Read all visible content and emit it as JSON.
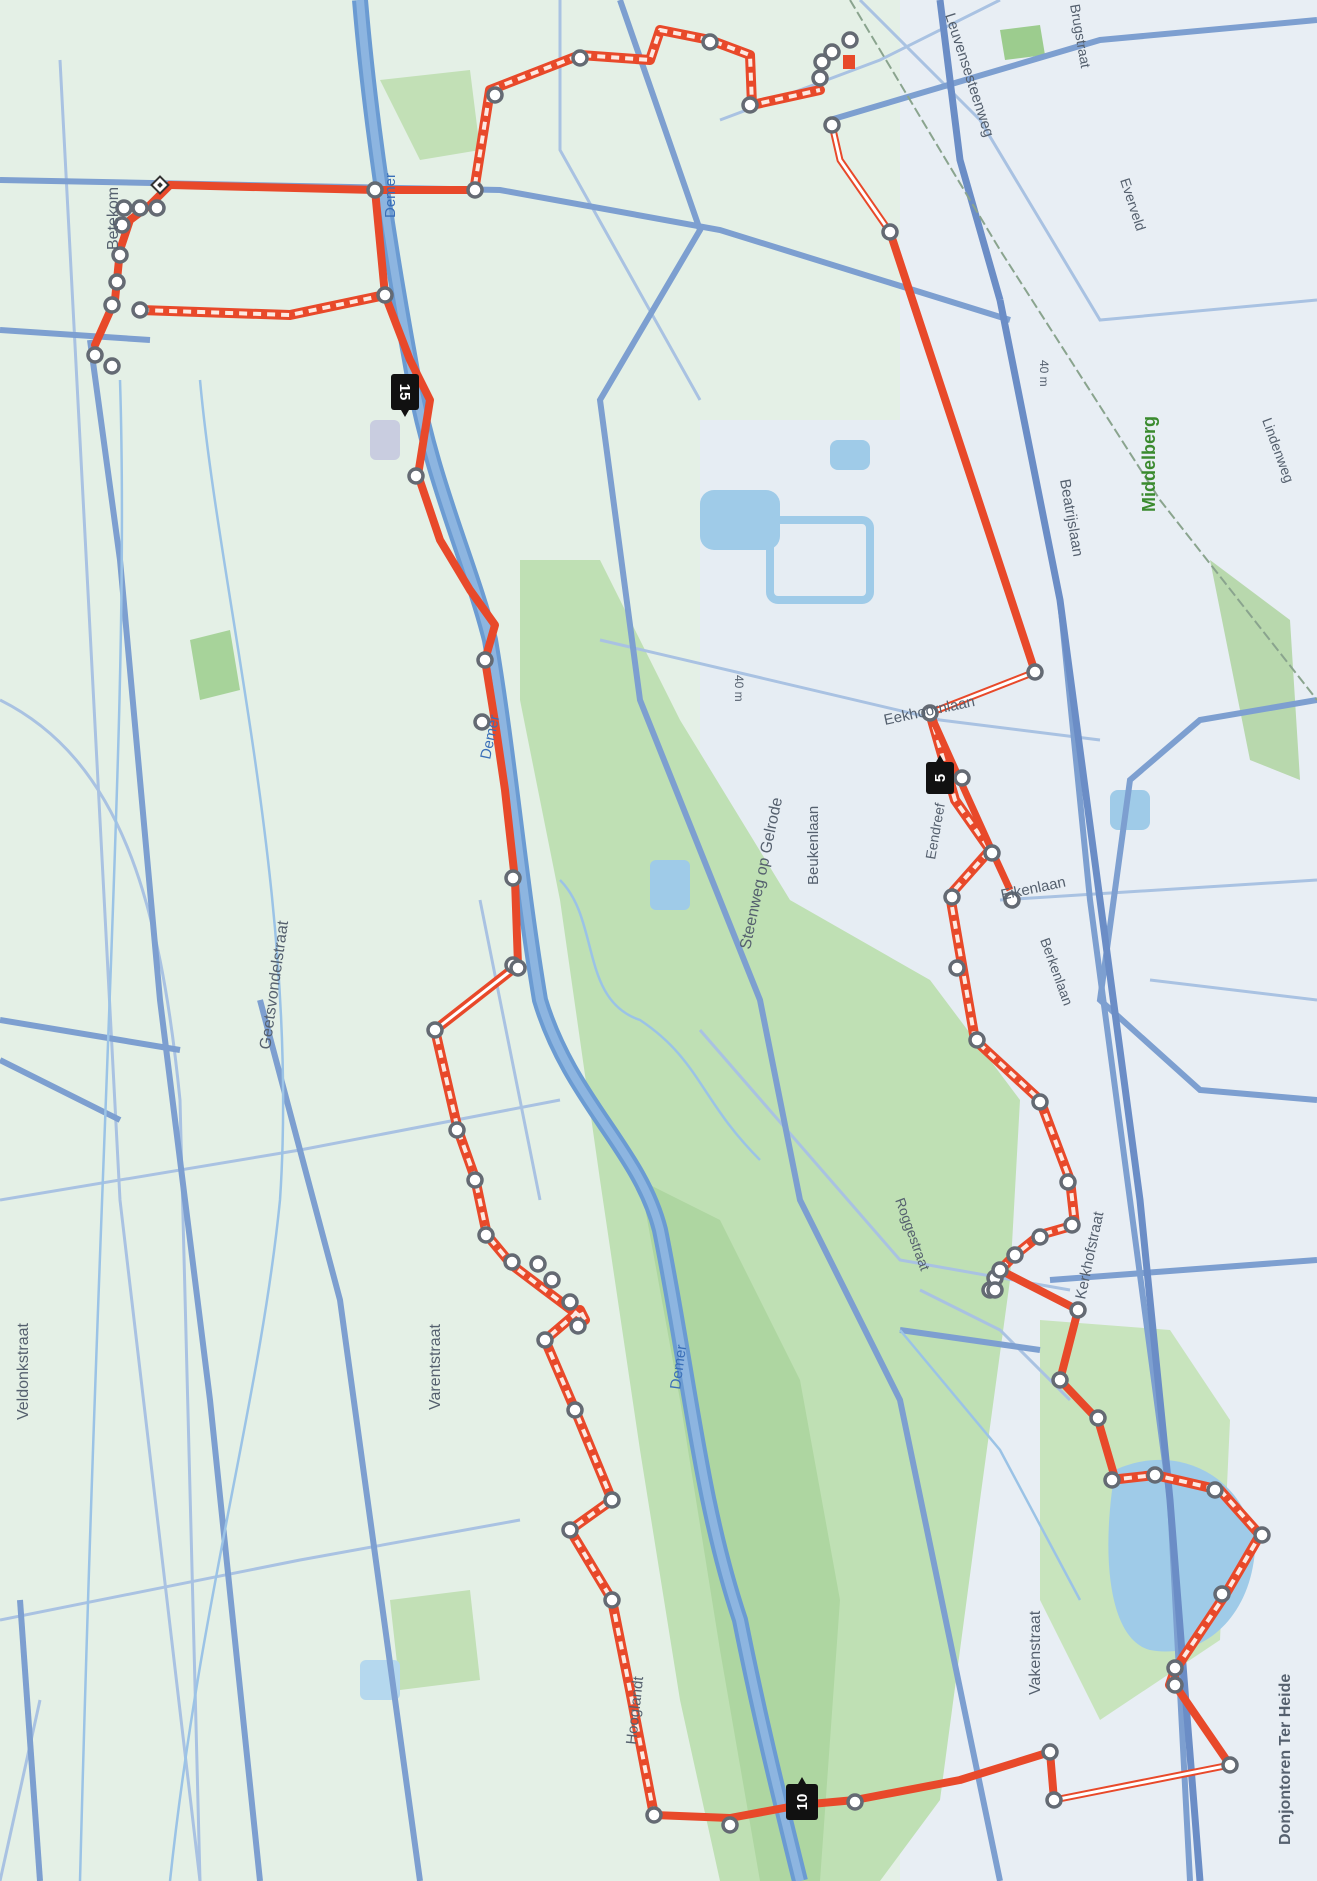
{
  "map": {
    "rotation_deg": 90,
    "place_labels": {
      "betekom": "Betekom",
      "middelberg": "Middelberg",
      "donjontoren": "Donjontoren Ter Heide"
    },
    "street_labels": {
      "veldonkstraat": "Veldonkstraat",
      "geetsvondelstraat": "Geetsvondelstraat",
      "varentstraat": "Varentstraat",
      "steenweg_gelrode": "Steenweg op Gelrode",
      "beukenlaan": "Beukenlaan",
      "hooglandt": "Hooglandt",
      "vakenstraat": "Vakenstraat",
      "eekhoornlaan": "Eekhoornlaan",
      "eikenlaan": "Eikenlaan",
      "eendreef": "Eendreef",
      "berkenlaan": "Berkenlaan",
      "roggestraat": "Roggestraat",
      "kerkhofstraat": "Kerkhofstraat",
      "beatrijslaan": "Beatrijslaan",
      "leuvensesteenweg": "Leuvensesteenweg",
      "brugstraat": "Brugstraat",
      "everveld": "Everveld",
      "lindenweg": "Lindenweg"
    },
    "river_labels": {
      "demer_top": "Demer",
      "demer_mid": "Demer",
      "demer_bottom": "Demer"
    },
    "elevation_labels": {
      "e40_a": "40 m",
      "e40_b": "40 m"
    },
    "km_markers": {
      "km5": "5",
      "km10": "10",
      "km15": "15"
    },
    "colors": {
      "route": "#e8492a",
      "route_dashed_fill": "#fde9e2",
      "water": "#9fcbe8",
      "river": "#6b9bd2",
      "forest": "#bfe0b4",
      "base": "#e4f0e6",
      "road": "#7d9fd0"
    }
  }
}
